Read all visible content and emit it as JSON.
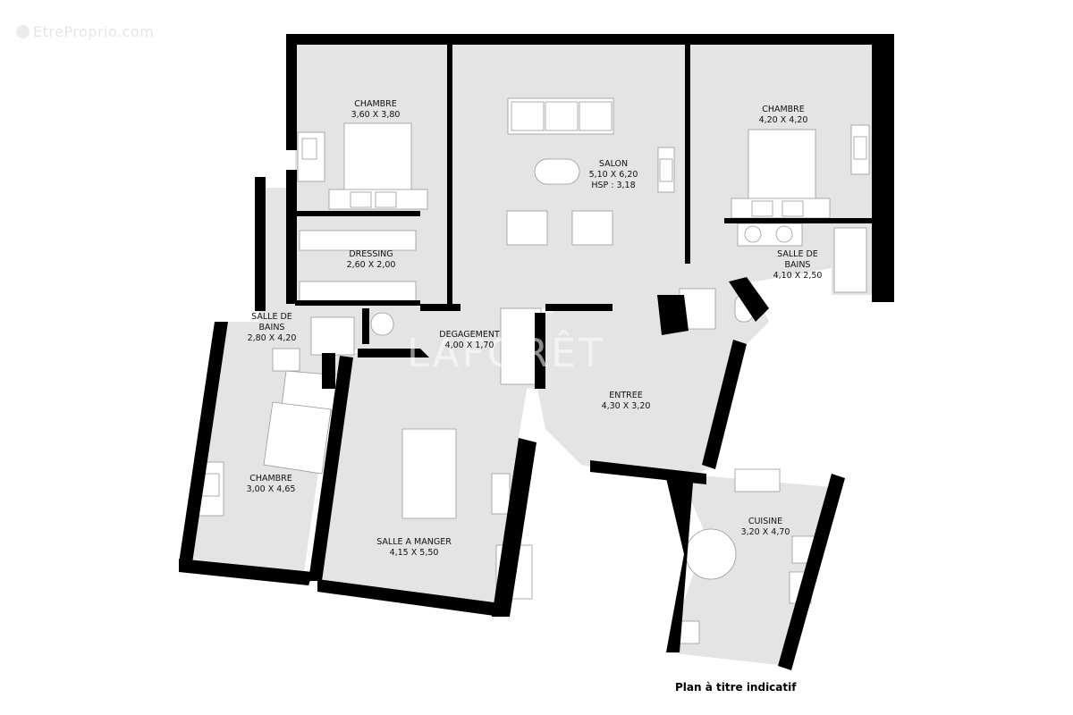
{
  "watermark": {
    "site": "EtreProprio.com",
    "brand": "LAFORÊT"
  },
  "colors": {
    "wall": "#000000",
    "floor": "#e4e4e4",
    "furniture": "#ffffff",
    "background": "#ffffff"
  },
  "rooms": [
    {
      "id": "chambre-1",
      "name": "CHAMBRE",
      "size": "3,60 X 3,80"
    },
    {
      "id": "salon",
      "name": "SALON",
      "size": "5,10 X 6,20",
      "extra": "HSP : 3,18"
    },
    {
      "id": "chambre-2",
      "name": "CHAMBRE",
      "size": "4,20 X 4,20"
    },
    {
      "id": "salle-de-bains-1",
      "name": "SALLE DE",
      "name2": "BAINS",
      "size": "4,10 X 2,50"
    },
    {
      "id": "dressing",
      "name": "DRESSING",
      "size": "2,60 X 2,00"
    },
    {
      "id": "salle-de-bains-2",
      "name": "SALLE DE",
      "name2": "BAINS",
      "size": "2,80 X 4,20"
    },
    {
      "id": "degagement",
      "name": "DEGAGEMENT",
      "size": "4,00 X 1,70"
    },
    {
      "id": "entree",
      "name": "ENTREE",
      "size": "4,30 X 3,20"
    },
    {
      "id": "chambre-3",
      "name": "CHAMBRE",
      "size": "3,00 X 4,65"
    },
    {
      "id": "salle-a-manger",
      "name": "SALLE A MANGER",
      "size": "4,15 X 5,50"
    },
    {
      "id": "cuisine",
      "name": "CUISINE",
      "size": "3,20 X 4,70"
    }
  ],
  "footer": {
    "note": "Plan à titre indicatif"
  }
}
